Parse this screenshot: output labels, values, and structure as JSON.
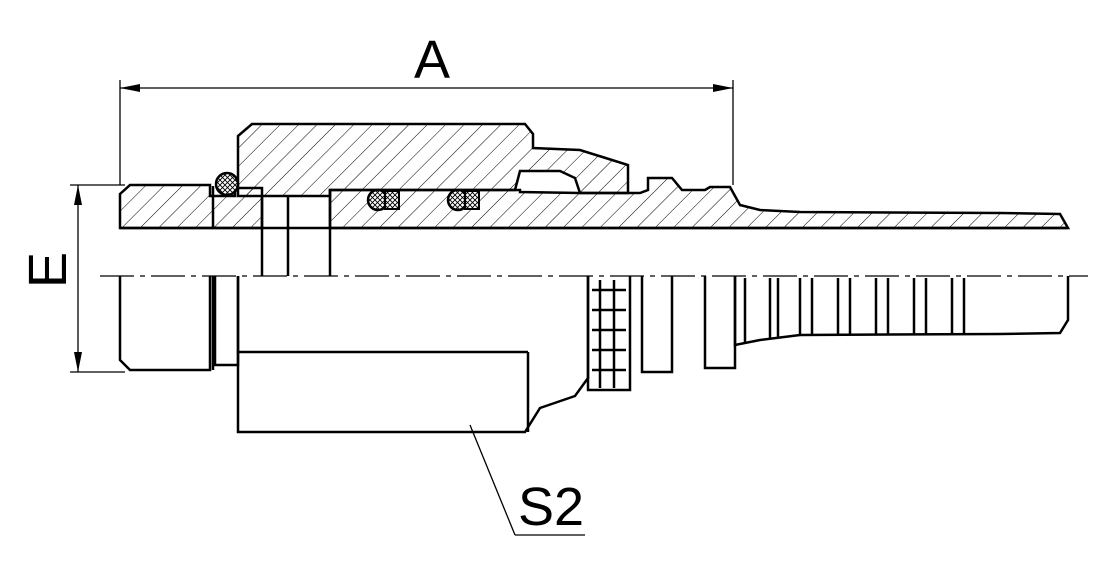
{
  "labels": {
    "dimension_length": "A",
    "dimension_diameter": "E",
    "wrench_flat": "S2"
  }
}
